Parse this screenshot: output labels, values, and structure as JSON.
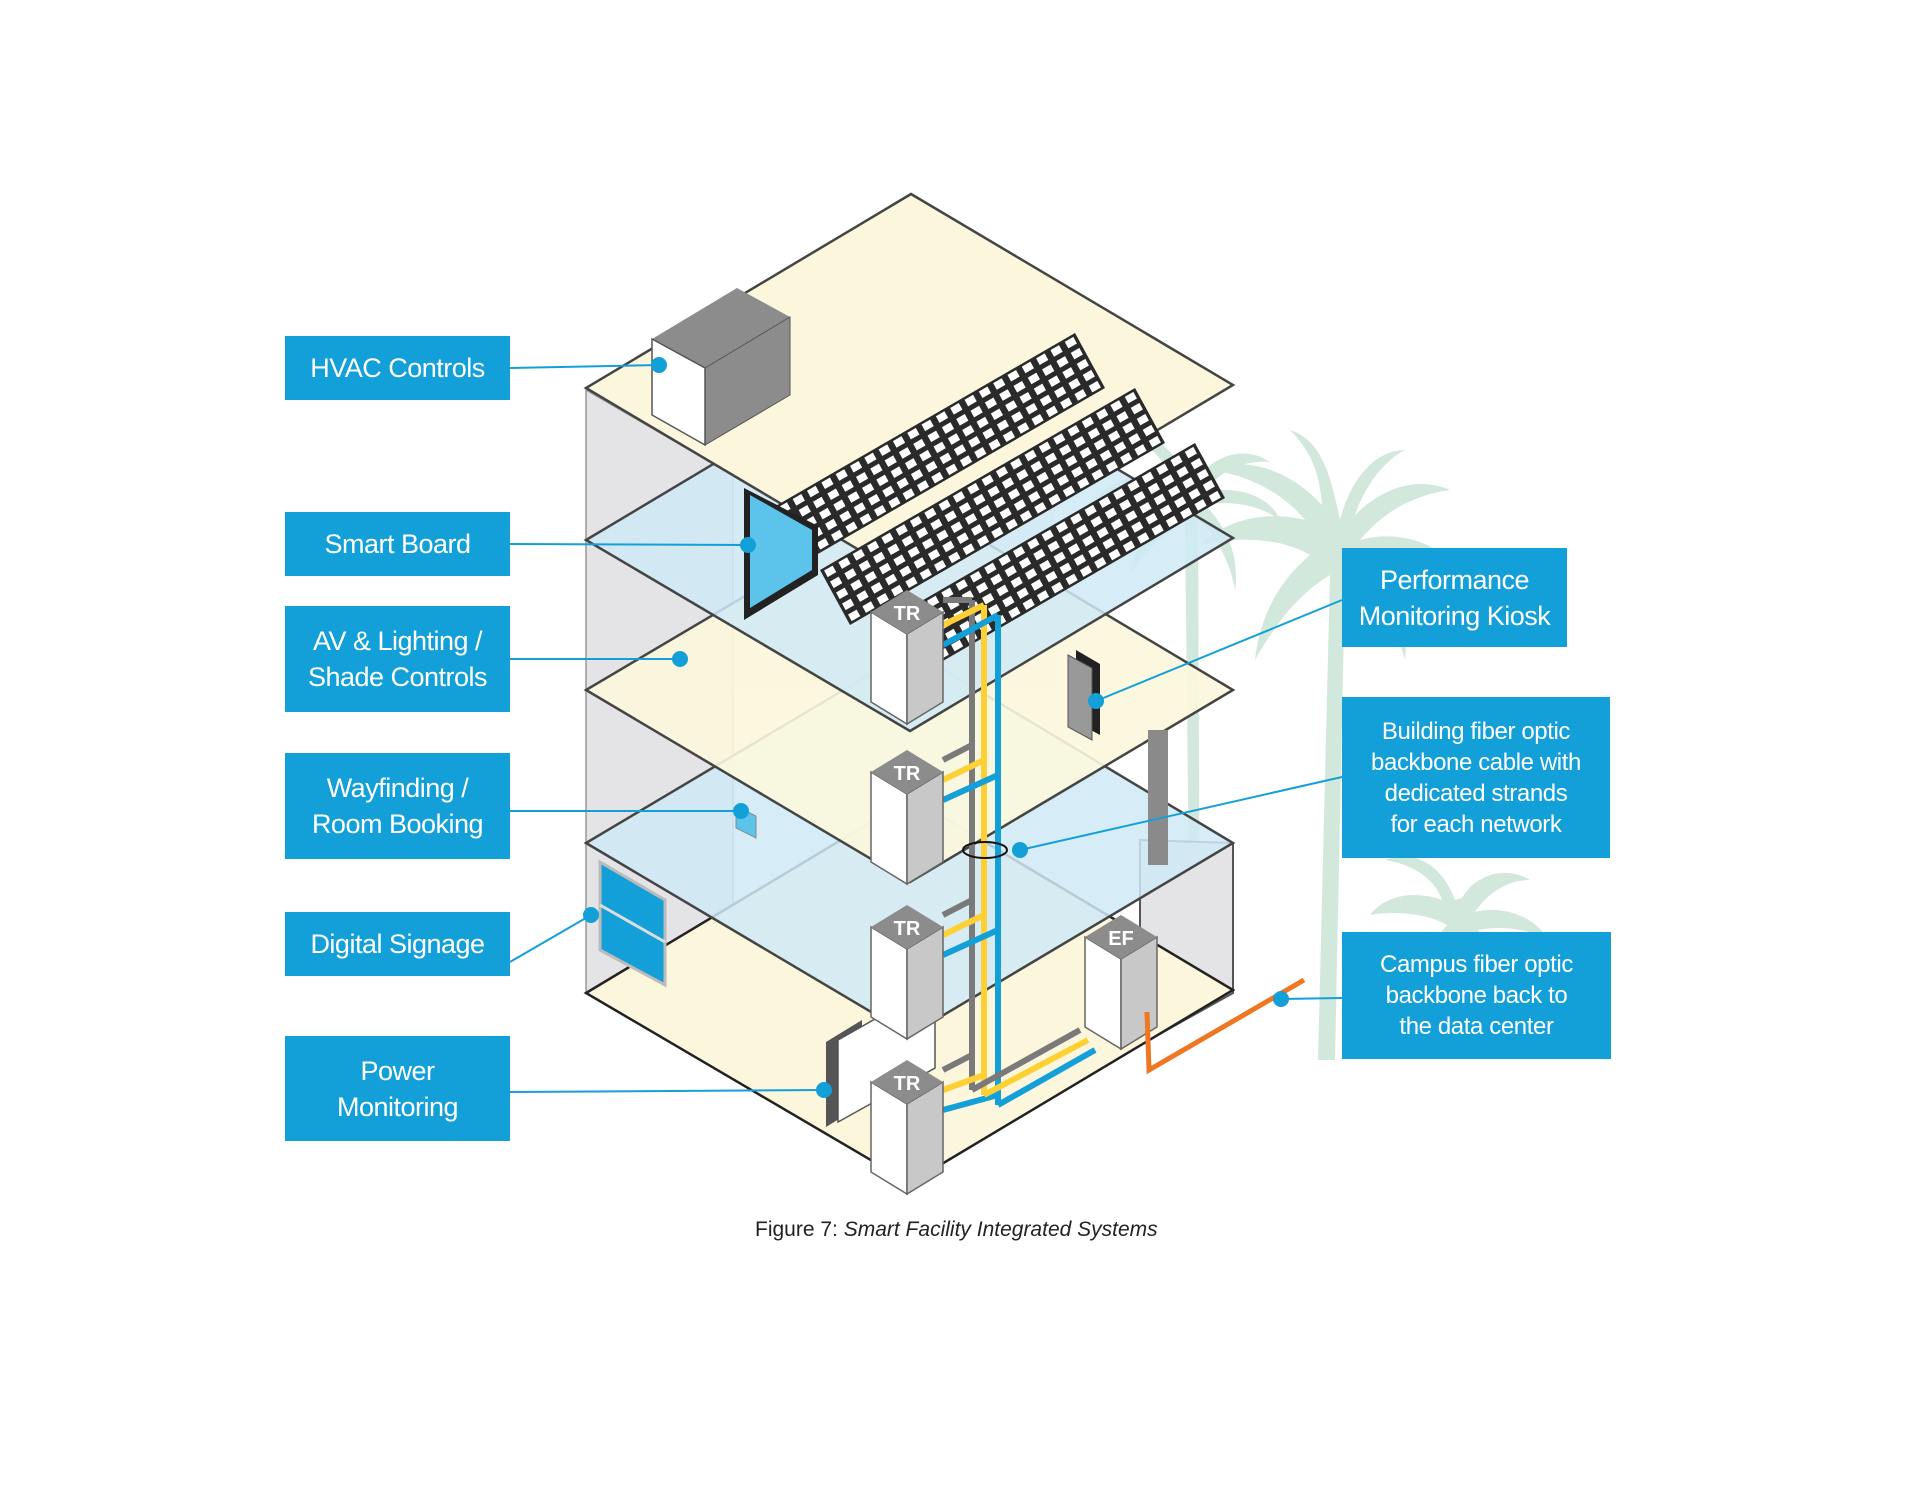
{
  "figure": {
    "caption_number": "Figure 7:",
    "caption_title": "Smart Facility Integrated Systems"
  },
  "labels_left": [
    {
      "id": "hvac",
      "text": "HVAC Controls"
    },
    {
      "id": "smart-board",
      "text": "Smart Board"
    },
    {
      "id": "av-lighting",
      "text": "AV & Lighting /\nShade Controls"
    },
    {
      "id": "wayfinding",
      "text": "Wayfinding /\nRoom Booking"
    },
    {
      "id": "digital-signage",
      "text": "Digital Signage"
    },
    {
      "id": "power-monitoring",
      "text": "Power\nMonitoring"
    }
  ],
  "labels_right": [
    {
      "id": "performance-kiosk",
      "text": "Performance\nMonitoring Kiosk"
    },
    {
      "id": "building-fiber",
      "text": "Building fiber optic\nbackbone cable with\ndedicated strands\nfor each network"
    },
    {
      "id": "campus-fiber",
      "text": "Campus fiber optic\nbackbone back to\nthe data center"
    }
  ],
  "racks": {
    "telecom_room": "TR",
    "entrance_facility": "EF"
  },
  "colors": {
    "label_blue": "#139fd8",
    "callout_line": "#139fd8",
    "floor_yellow": "#fcf7dc",
    "floor_blue": "#cfeaf6",
    "wall_gray": "#e4e4e6",
    "cable_gray": "#7a7a7a",
    "cable_yellow": "#fdd135",
    "cable_blue": "#139fd8",
    "campus_orange": "#ef7622",
    "palm_green": "#cfe6da"
  }
}
